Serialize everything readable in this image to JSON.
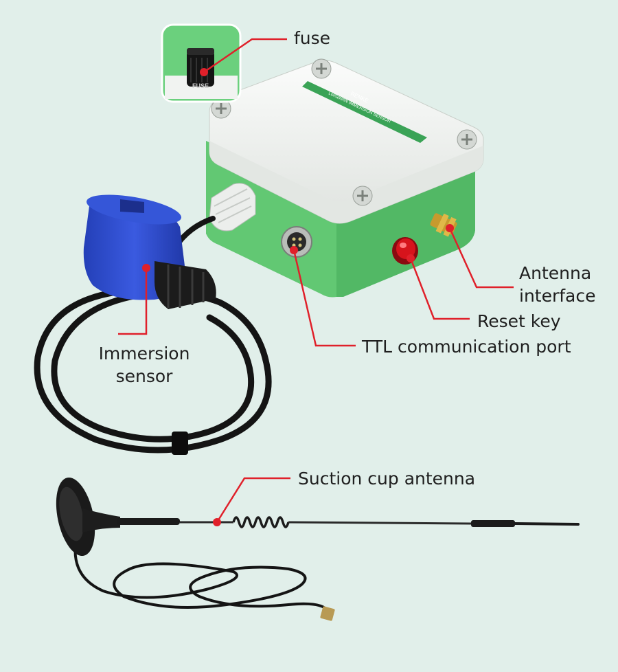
{
  "labels": {
    "fuse": "fuse",
    "antenna_line1": "Antenna",
    "antenna_line2": "interface",
    "reset_key": "Reset key",
    "ttl_port": "TTL communication port",
    "immersion_line1": "Immersion",
    "immersion_line2": "sensor",
    "suction_antenna": "Suction cup antenna"
  },
  "device_text": {
    "brand": "RENKE",
    "model": "LoRaWAN IMMERSION SENSOR",
    "fuse_cap": "FUSE"
  },
  "colors": {
    "background": "#e1efea",
    "pointer": "#e0202a",
    "enclosure_green": "#6fcf7d",
    "lid_white": "#f3f5f3",
    "sensor_blue": "#2f4fd0",
    "cable": "#141414",
    "reset_red": "#d6141c",
    "sma_gold": "#c79a2e"
  },
  "icons": [
    "fuse-holder-icon",
    "screw-icon",
    "cable-gland-icon",
    "aviation-connector-icon",
    "reset-button-icon",
    "sma-connector-icon",
    "suction-cup-icon",
    "antenna-spring-icon"
  ]
}
